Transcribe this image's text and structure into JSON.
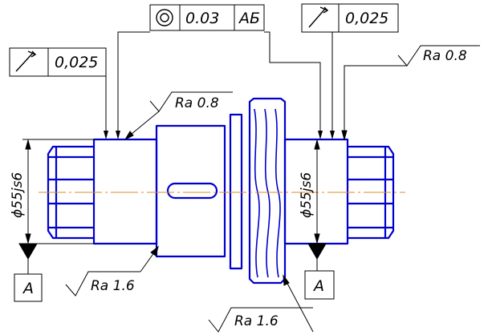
{
  "tolerance_frames": [
    {
      "symbol_icon": "concentricity-icon",
      "value": "0.03",
      "datum": "AБ"
    },
    {
      "symbol_icon": "runout-icon",
      "value": "0,025"
    },
    {
      "symbol_icon": "runout-icon",
      "value": "0,025"
    }
  ],
  "roughness": [
    {
      "label": "Ra 0.8"
    },
    {
      "label": "Ra 0.8"
    },
    {
      "label": "Ra 1.6"
    },
    {
      "label": "Ra 1.6"
    }
  ],
  "dimensions": [
    {
      "label": "ϕ55js6"
    },
    {
      "label": "ϕ55js6"
    }
  ],
  "datums": [
    {
      "label": "A"
    },
    {
      "label": "A"
    }
  ],
  "colors": {
    "outline": "#0000cc",
    "annotation": "#000000",
    "centerline": "#d98c2b",
    "background": "#ffffff"
  }
}
